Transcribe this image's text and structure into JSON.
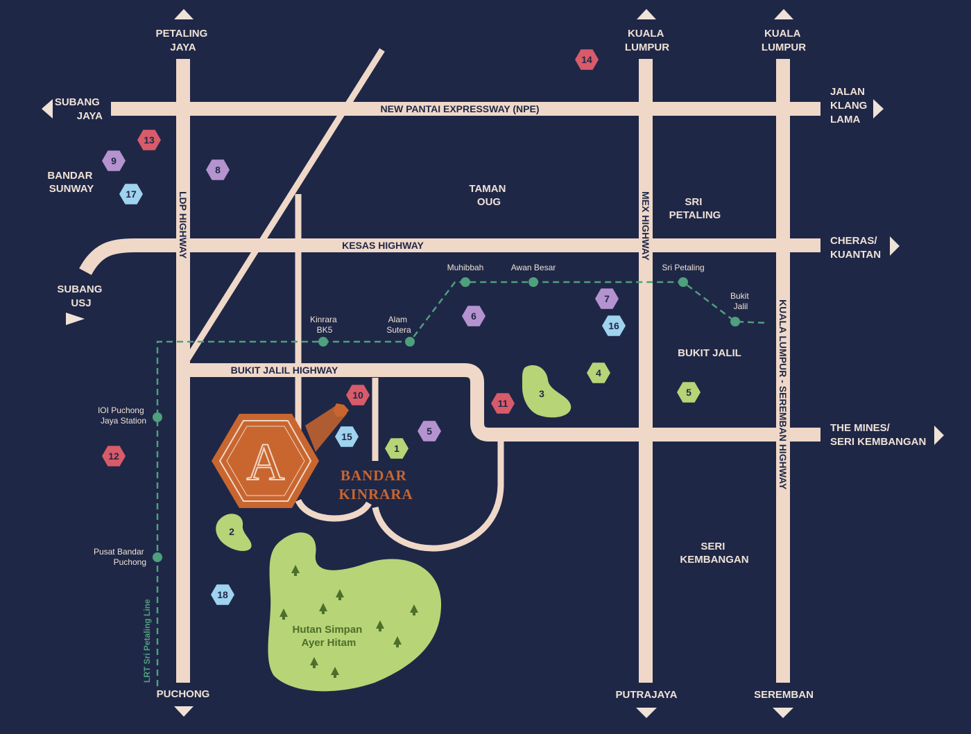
{
  "colors": {
    "background": "#1f2747",
    "road": "#efd8c8",
    "text": "#efe2d6",
    "lrt": "#4fa07c",
    "park": "#b7d477",
    "forest_text": "#4e6e2a",
    "brand": "#c9662f",
    "hex_red": "#d85b6a",
    "hex_purple": "#b493cf",
    "hex_blue": "#9fd3ef",
    "hex_green": "#b7d477"
  },
  "destinations": {
    "petaling_jaya": [
      "PETALING",
      "JAYA"
    ],
    "kl_1": [
      "KUALA",
      "LUMPUR"
    ],
    "kl_2": [
      "KUALA",
      "LUMPUR"
    ],
    "subang_jaya": [
      "SUBANG",
      "JAYA"
    ],
    "jalan_klang_lama": [
      "JALAN",
      "KLANG",
      "LAMA"
    ],
    "cheras": [
      "CHERAS/",
      "KUANTAN"
    ],
    "subang_usj": [
      "SUBANG",
      "USJ"
    ],
    "the_mines": [
      "THE MINES/",
      "SERI KEMBANGAN"
    ],
    "puchong": "PUCHONG",
    "putrajaya": "PUTRAJAYA",
    "seremban": "SEREMBAN"
  },
  "areas": {
    "bandar_sunway": [
      "BANDAR",
      "SUNWAY"
    ],
    "taman_oug": [
      "TAMAN",
      "OUG"
    ],
    "sri_petaling": [
      "SRI",
      "PETALING"
    ],
    "bukit_jalil": "BUKIT JALIL",
    "seri_kembangan": [
      "SERI",
      "KEMBANGAN"
    ]
  },
  "roads": {
    "npe": "NEW PANTAI EXPRESSWAY (NPE)",
    "kesas": "KESAS HIGHWAY",
    "bukit_jalil": "BUKIT JALIL HIGHWAY",
    "ldp": "LDP HIGHWAY",
    "mex": "MEX HIGHWAY",
    "kl_seremban": "KUALA LUMPUR - SEREMBAN HIGHWAY"
  },
  "lrt": {
    "line_name": "LRT Sri Petaling Line",
    "stations": {
      "ioi_puchong": [
        "IOI Puchong",
        "Jaya Station"
      ],
      "pusat_bandar_puchong": [
        "Pusat Bandar",
        "Puchong"
      ],
      "kinrara": [
        "Kinrara",
        "BK5"
      ],
      "alam_sutera": [
        "Alam",
        "Sutera"
      ],
      "muhibbah": "Muhibbah",
      "awan_besar": "Awan Besar",
      "sri_petaling": "Sri Petaling",
      "bukit_jalil": [
        "Bukit",
        "Jalil"
      ]
    }
  },
  "markers": {
    "m1": {
      "num": "1",
      "color": "green"
    },
    "m2": {
      "num": "2",
      "color": "park"
    },
    "m3": {
      "num": "3",
      "color": "park"
    },
    "m4": {
      "num": "4",
      "color": "green"
    },
    "m5a": {
      "num": "5",
      "color": "purple"
    },
    "m5b": {
      "num": "5",
      "color": "green"
    },
    "m6": {
      "num": "6",
      "color": "purple"
    },
    "m7": {
      "num": "7",
      "color": "purple"
    },
    "m8": {
      "num": "8",
      "color": "purple"
    },
    "m9": {
      "num": "9",
      "color": "purple"
    },
    "m10": {
      "num": "10",
      "color": "red"
    },
    "m11": {
      "num": "11",
      "color": "red"
    },
    "m12": {
      "num": "12",
      "color": "red"
    },
    "m13": {
      "num": "13",
      "color": "red"
    },
    "m14": {
      "num": "14",
      "color": "red"
    },
    "m15": {
      "num": "15",
      "color": "blue"
    },
    "m16": {
      "num": "16",
      "color": "blue"
    },
    "m17": {
      "num": "17",
      "color": "blue"
    },
    "m18": {
      "num": "18",
      "color": "blue"
    }
  },
  "project": {
    "logo_letter": "A",
    "name": [
      "BANDAR",
      "KINRARA"
    ]
  },
  "forest": [
    "Hutan Simpan",
    "Ayer Hitam"
  ]
}
